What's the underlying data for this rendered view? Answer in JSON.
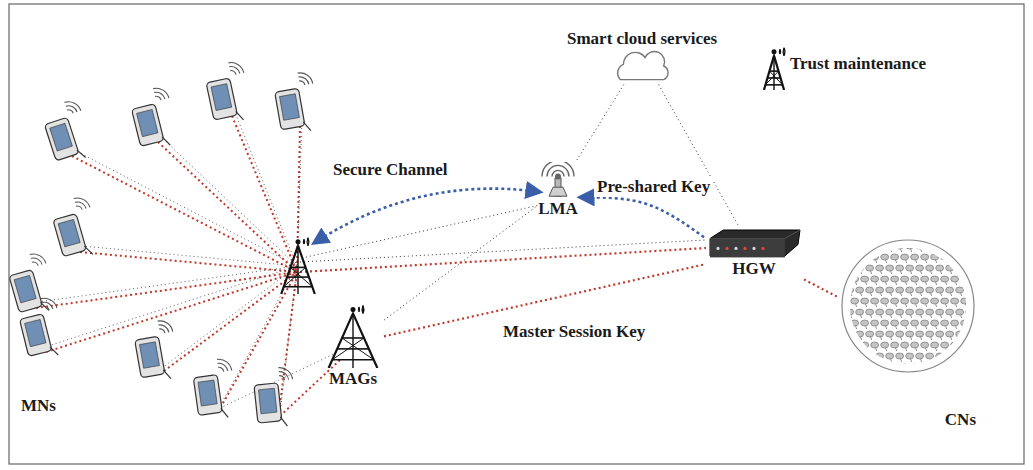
{
  "diagram": {
    "nodes": [
      {
        "text": [
          "Smart cloud services"
        ]
      },
      {
        "text": [
          "Trust maintenance"
        ]
      },
      {
        "text": [
          "LMA"
        ]
      },
      {
        "text": [
          "HGW"
        ]
      },
      {
        "text": [
          "CNs"
        ]
      },
      {
        "text": [
          "MAGs"
        ]
      }
    ],
    "edges": [
      {
        "from": 0,
        "to": 2,
        "arrow": "none"
      },
      {
        "from": 0,
        "to": 3,
        "arrow": "none"
      },
      {
        "from": 3,
        "to": 2,
        "label": "Pre-shared Key",
        "arrow": "to"
      },
      {
        "from": 5,
        "to": 2,
        "arrow": "none"
      },
      {
        "from": 5,
        "to": 3,
        "arrow": "none"
      },
      {
        "from": 3,
        "to": 4,
        "arrow": "none"
      }
    ],
    "labels": [
      "Secure Channel",
      "Master Session Key",
      "MNs"
    ]
  }
}
